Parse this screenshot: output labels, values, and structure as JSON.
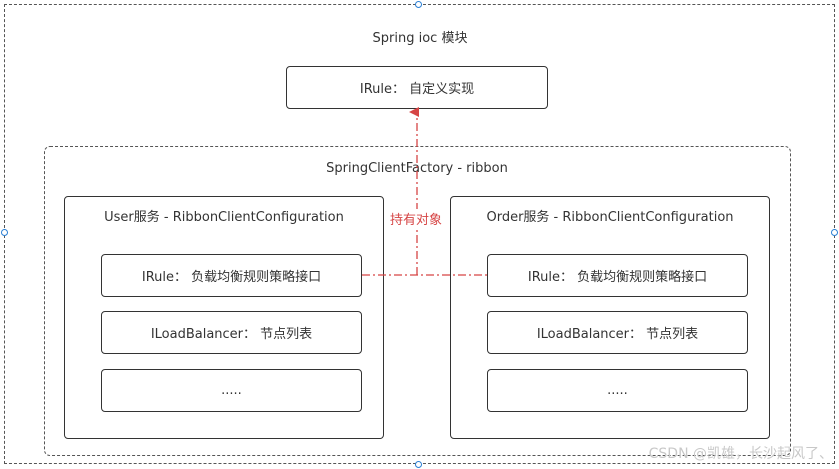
{
  "colors": {
    "frame_border": "#555555",
    "box_border": "#333333",
    "relation_line": "#d64545",
    "handle": "#2a7fd4",
    "watermark": "#c8c8c8"
  },
  "outer_frame": {
    "title": "Spring ioc 模块"
  },
  "top_box": {
    "label": "IRule： 自定义实现"
  },
  "factory_frame": {
    "title": "SpringClientFactory - ribbon"
  },
  "user_config": {
    "title": "User服务 - RibbonClientConfiguration",
    "items": [
      "IRule： 负载均衡规则策略接口",
      "ILoadBalancer： 节点列表",
      "....."
    ]
  },
  "order_config": {
    "title": "Order服务 - RibbonClientConfiguration",
    "items": [
      "IRule： 负载均衡规则策略接口",
      "ILoadBalancer： 节点列表",
      "....."
    ]
  },
  "relation": {
    "label": "持有对象"
  },
  "watermark": "CSDN @凯雄，长沙起风了、"
}
